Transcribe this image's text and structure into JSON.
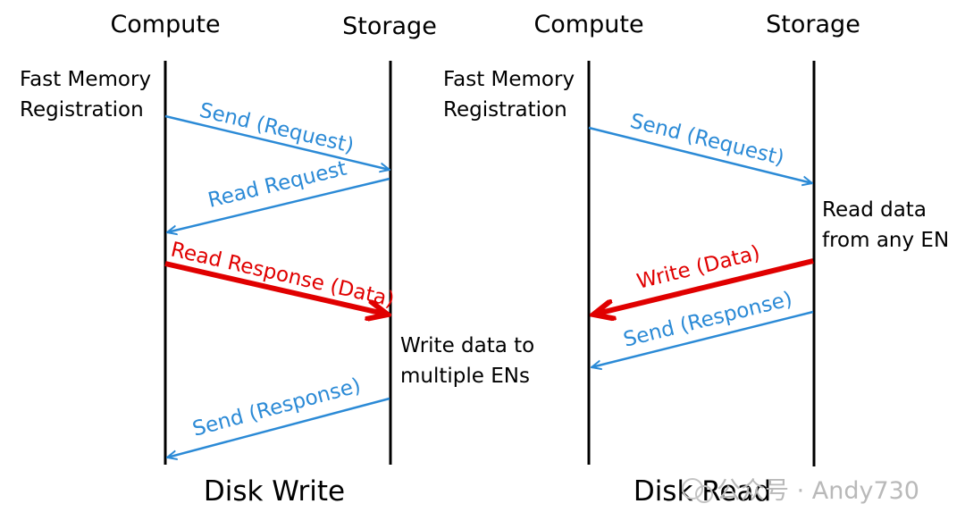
{
  "colors": {
    "blue": "#2b8ad6",
    "red": "#e00000",
    "line": "#000000",
    "watermark": "#b9b9b9"
  },
  "left": {
    "compute_header": "Compute",
    "storage_header": "Storage",
    "note_top_1": "Fast Memory",
    "note_top_2": "Registration",
    "msg_send_request": "Send (Request)",
    "msg_read_request": "Read Request",
    "msg_read_response": "Read Response (Data)",
    "note_mid_1": "Write data to",
    "note_mid_2": "multiple ENs",
    "msg_send_response": "Send (Response)",
    "caption": "Disk Write"
  },
  "right": {
    "compute_header": "Compute",
    "storage_header": "Storage",
    "note_top_1": "Fast Memory",
    "note_top_2": "Registration",
    "msg_send_request": "Send (Request)",
    "note_mid_1": "Read data",
    "note_mid_2": "from any EN",
    "msg_write_data": "Write (Data)",
    "msg_send_response": "Send (Response)",
    "caption": "Disk Read"
  },
  "watermark": "公众号 · Andy730"
}
